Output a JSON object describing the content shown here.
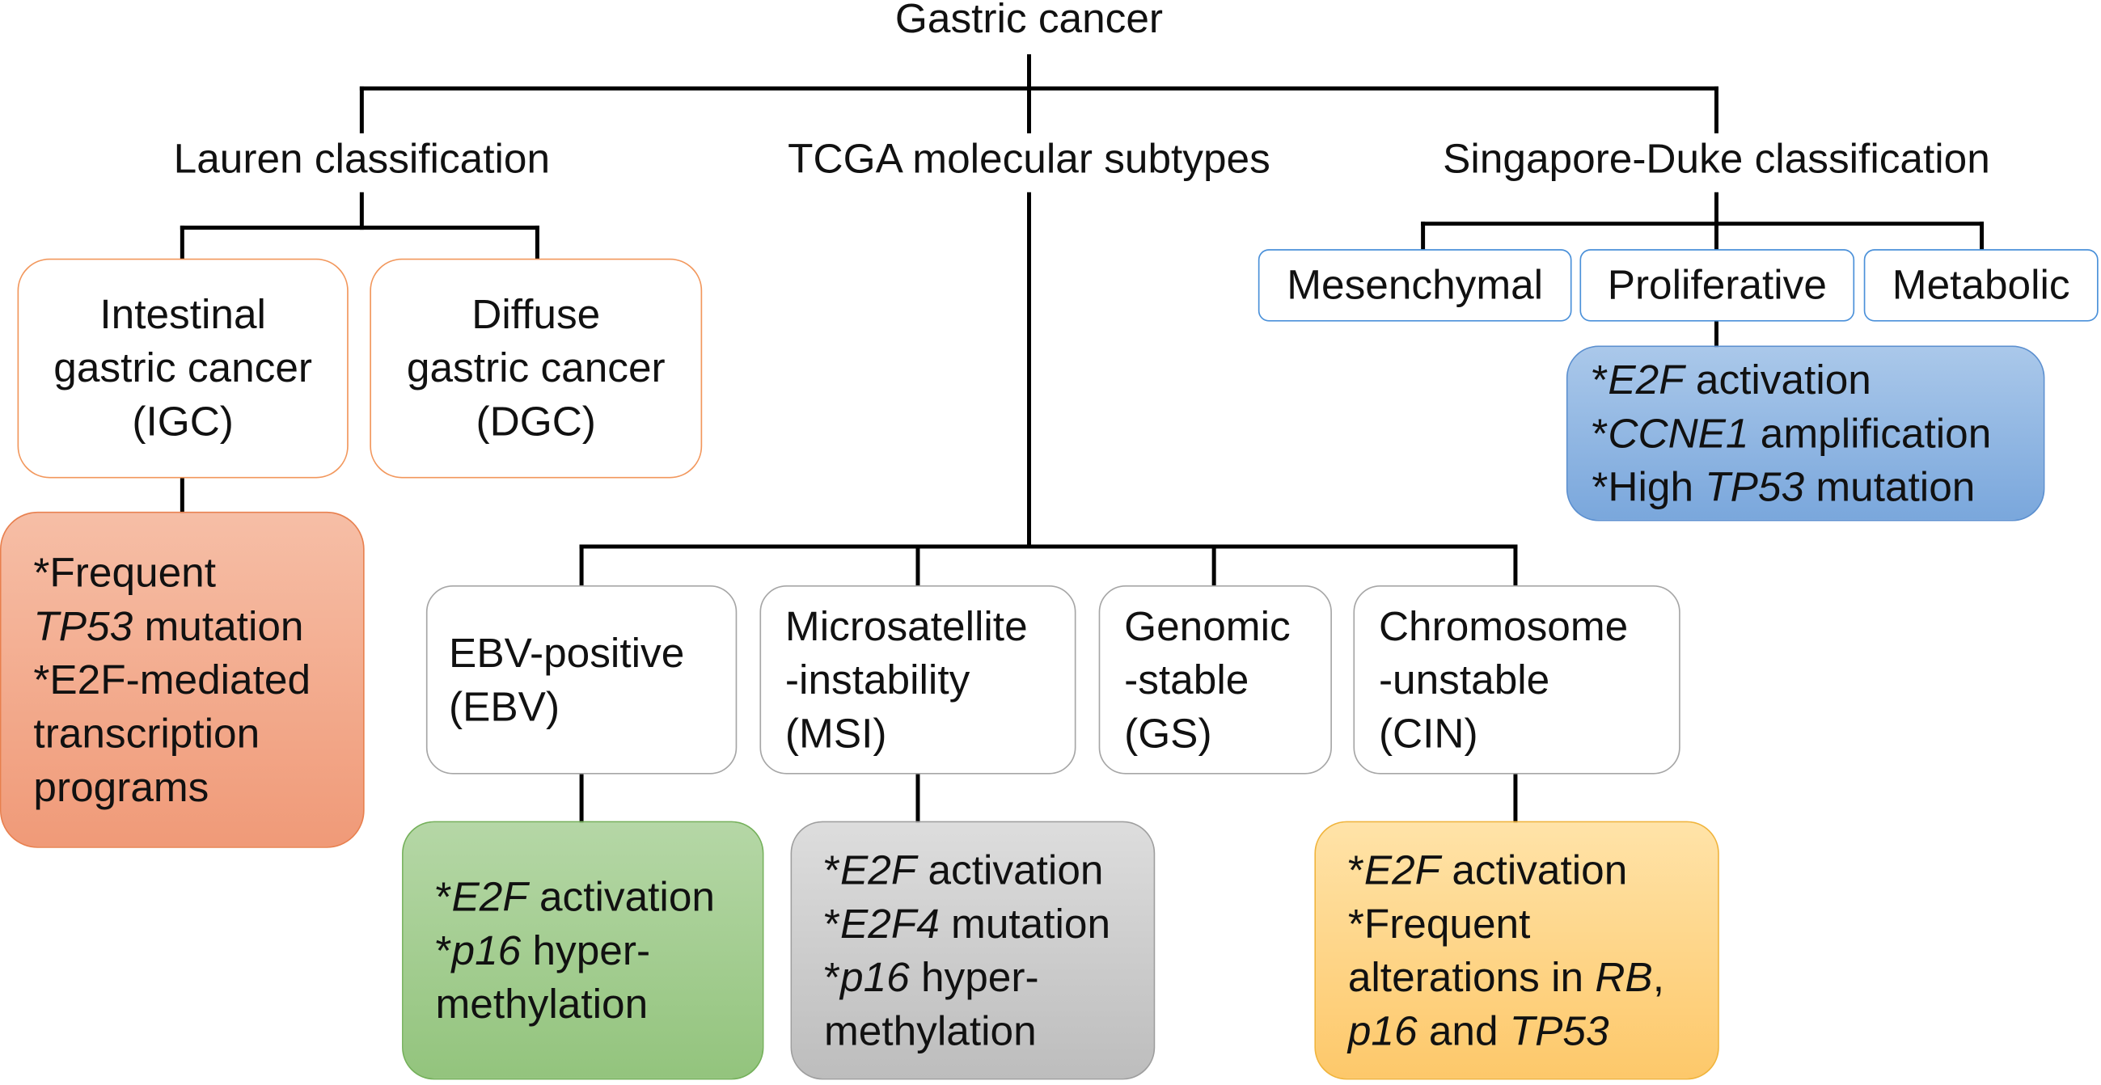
{
  "root": "Gastric cancer",
  "lauren": {
    "label": "Lauren classification",
    "intestinal": [
      "Intestinal",
      "gastric cancer",
      "(IGC)"
    ],
    "diffuse": [
      "Diffuse",
      "gastric cancer",
      "(DGC)"
    ],
    "intestinal_features": {
      "l1": "*Frequent",
      "l2_it": "TP53",
      "l2": " mutation",
      "l3": "*E2F-mediated",
      "l4": "transcription",
      "l5": "programs"
    }
  },
  "tcga": {
    "label": "TCGA molecular subtypes",
    "ebv": [
      "EBV-positive",
      "(EBV)"
    ],
    "msi": [
      "Microsatellite",
      "-instability",
      "(MSI)"
    ],
    "gs": [
      "Genomic",
      "-stable",
      "(GS)"
    ],
    "cin": [
      "Chromosome",
      "-unstable",
      "(CIN)"
    ],
    "ebv_features": {
      "l1_pre": "*",
      "l1_it": "E2F",
      "l1": " activation",
      "l2_pre": "*",
      "l2_it": "p16",
      "l2": " hyper-",
      "l3": "methylation"
    },
    "msi_features": {
      "l1_pre": "*",
      "l1_it": "E2F",
      "l1": " activation",
      "l2_pre": "*",
      "l2_it": "E2F4",
      "l2": " mutation",
      "l3_pre": "*",
      "l3_it": "p16",
      "l3": " hyper-",
      "l4": "methylation"
    },
    "cin_features": {
      "l1_pre": "*",
      "l1_it": "E2F",
      "l1": " activation",
      "l2": "*Frequent",
      "l3": "alterations in ",
      "l3_it": "RB",
      "l3_post": ",",
      "l4_it": "p16",
      "l4": " and ",
      "l4_it2": "TP53"
    }
  },
  "sd": {
    "label": "Singapore-Duke classification",
    "mesenchymal": "Mesenchymal",
    "proliferative": "Proliferative",
    "metabolic": "Metabolic",
    "proliferative_features": {
      "l1_pre": "*",
      "l1_it": "E2F",
      "l1": " activation",
      "l2_pre": "*",
      "l2_it": "CCNE1",
      "l2": " amplification",
      "l3_pre": "*High ",
      "l3_it": "TP53",
      "l3": " mutation"
    }
  }
}
